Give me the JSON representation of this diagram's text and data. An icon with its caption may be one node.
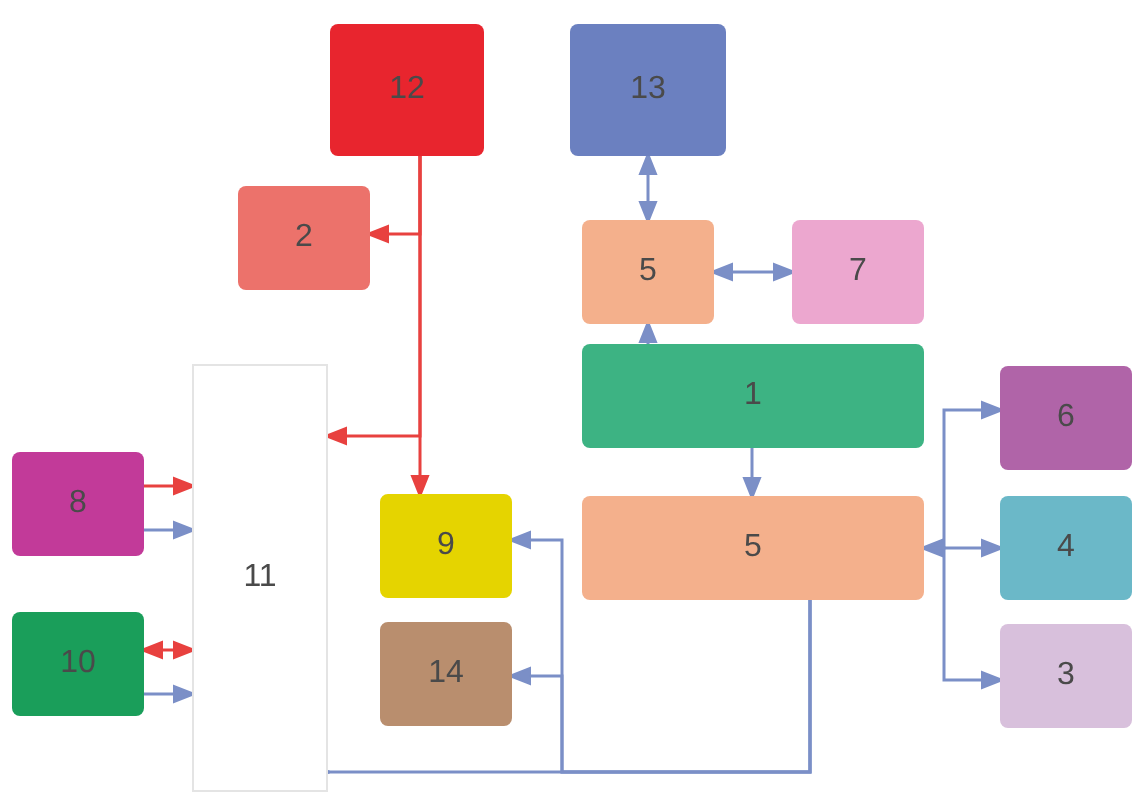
{
  "diagram": {
    "nodes": [
      {
        "text": [
          "12"
        ]
      },
      {
        "text": [
          "13"
        ]
      },
      {
        "text": [
          "2"
        ]
      },
      {
        "text": [
          "5"
        ]
      },
      {
        "text": [
          "7"
        ]
      },
      {
        "text": [
          "1"
        ]
      },
      {
        "text": [
          "6"
        ]
      },
      {
        "text": [
          "11"
        ]
      },
      {
        "text": [
          "8"
        ]
      },
      {
        "text": [
          "9"
        ]
      },
      {
        "text": [
          "5"
        ]
      },
      {
        "text": [
          "4"
        ]
      },
      {
        "text": [
          "10"
        ]
      },
      {
        "text": [
          "14"
        ]
      },
      {
        "text": [
          "3"
        ]
      }
    ],
    "edges": [
      {
        "from": 0,
        "to": 2,
        "arrow": "to",
        "color": "#e8413f"
      },
      {
        "from": 0,
        "to": 7,
        "arrow": "to",
        "color": "#e8413f"
      },
      {
        "from": 0,
        "to": 9,
        "arrow": "to",
        "color": "#e8413f"
      },
      {
        "from": 8,
        "to": 7,
        "arrow": "to",
        "color": "#e8413f"
      },
      {
        "from": 8,
        "to": 7,
        "arrow": "to"
      },
      {
        "from": 12,
        "to": 7,
        "arrow": "both",
        "color": "#e8413f"
      },
      {
        "from": 12,
        "to": 7,
        "arrow": "to"
      },
      {
        "from": 3,
        "to": 1,
        "arrow": "both"
      },
      {
        "from": 5,
        "to": 3,
        "arrow": "to"
      },
      {
        "from": 3,
        "to": 4,
        "arrow": "both"
      },
      {
        "from": 5,
        "to": 10,
        "arrow": "to"
      },
      {
        "from": 10,
        "to": 11,
        "arrow": "both"
      },
      {
        "from": 10,
        "to": 6,
        "arrow": "to"
      },
      {
        "from": 10,
        "to": 14,
        "arrow": "to"
      },
      {
        "from": 10,
        "to": 7,
        "arrow": "to"
      },
      {
        "from": 10,
        "to": 9,
        "arrow": "to"
      },
      {
        "from": 10,
        "to": 13,
        "arrow": "to"
      }
    ]
  }
}
